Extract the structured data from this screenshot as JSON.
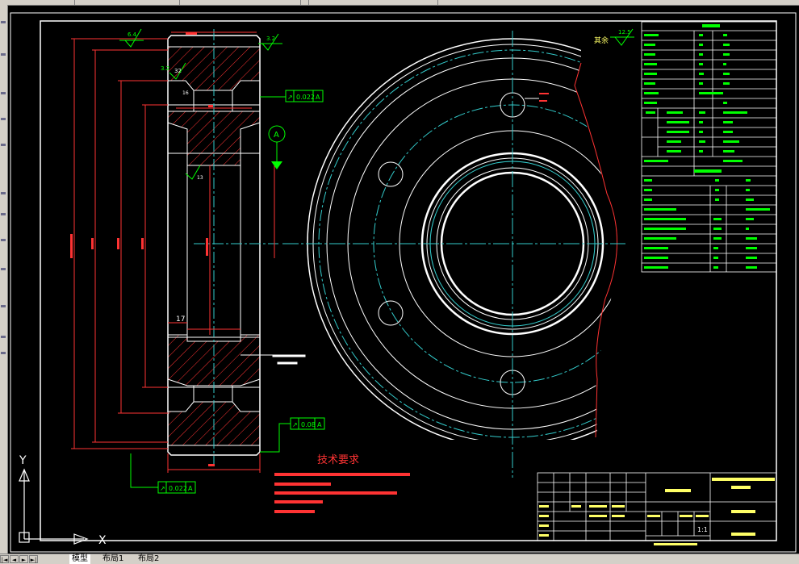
{
  "drawing": {
    "tech_requirements_title": "技术要求",
    "roughness_top_left": "6.4",
    "roughness_top_right": "3.2",
    "roughness_side": "3.2",
    "roughness_other": "12.5",
    "roughness_other_label": "其余",
    "tolerance_1_value": "0.022",
    "tolerance_1_datum": "A",
    "tolerance_2_value": "0.08",
    "tolerance_2_datum": "A",
    "tolerance_3_value": "0.022",
    "tolerance_3_datum": "A",
    "datum_label": "A",
    "dim_17": "17",
    "dim_16": "16",
    "dim_13": "13",
    "dim_32": "32"
  },
  "title_block": {
    "scale": "1:1"
  },
  "ucs": {
    "y_label": "Y",
    "x_label": "X"
  },
  "layout_tabs": [
    {
      "label": "模型",
      "active": true
    },
    {
      "label": "布局1",
      "active": false
    },
    {
      "label": "布局2",
      "active": false
    }
  ],
  "nav_buttons": [
    "|◄",
    "◄",
    "►",
    "►|"
  ],
  "colors": {
    "background": "#000000",
    "outline": "#ffffff",
    "dimension": "#ff3333",
    "centerline": "#33cccc",
    "annotation": "#00ff00",
    "hatch": "#ff3333"
  }
}
